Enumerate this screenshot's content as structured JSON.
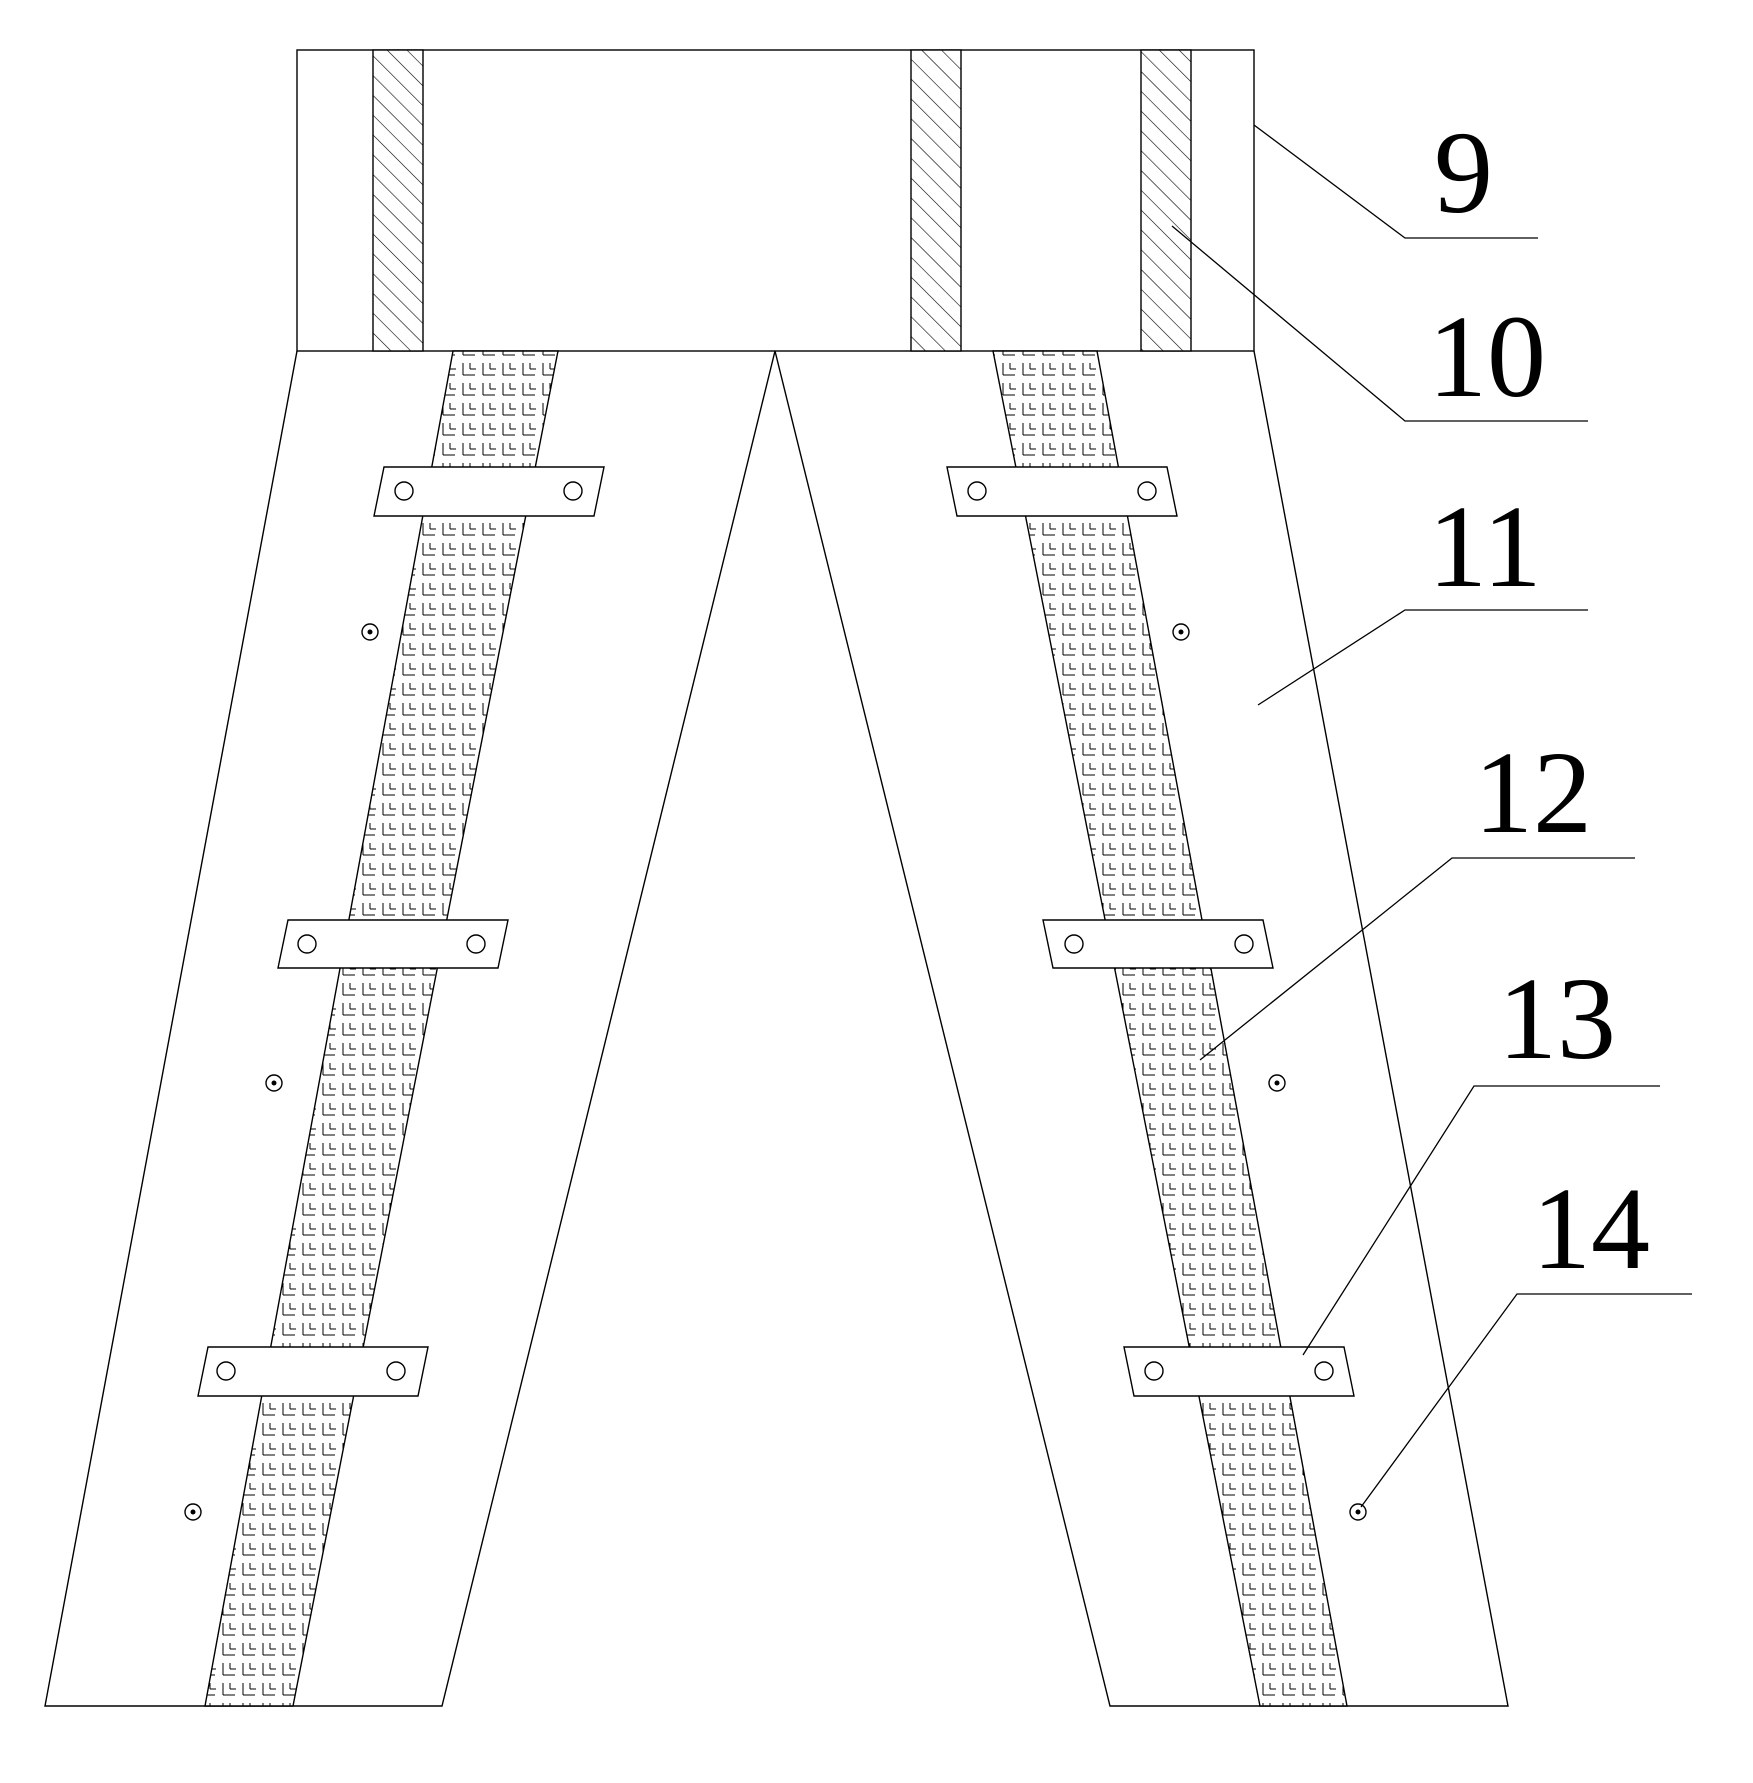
{
  "colors": {
    "line": "#000000",
    "background": "#ffffff"
  },
  "callouts": [
    {
      "label": "9"
    },
    {
      "label": "10"
    },
    {
      "label": "11"
    },
    {
      "label": "12"
    },
    {
      "label": "13"
    },
    {
      "label": "14"
    }
  ]
}
